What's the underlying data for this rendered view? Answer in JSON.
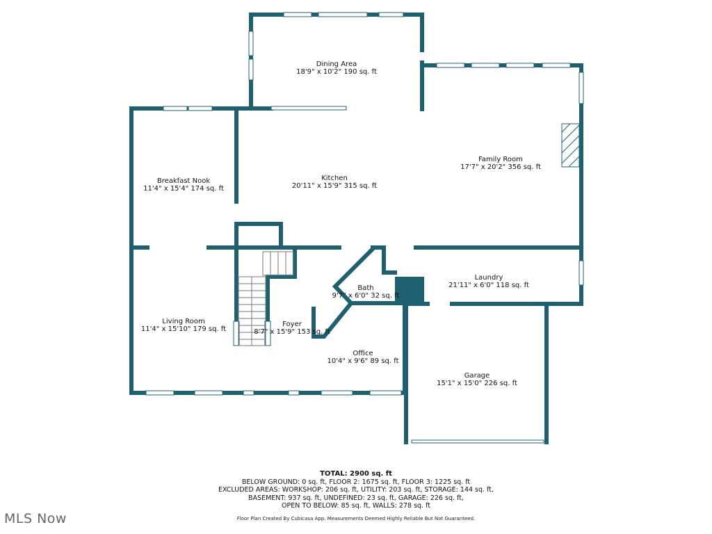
{
  "colors": {
    "wall": "#1e6070",
    "window": "#ffffff",
    "text": "#111111"
  },
  "rooms": [
    {
      "name": "Dining Area",
      "size": "18'9\" x 10'2\" 190 sq. ft"
    },
    {
      "name": "Family Room",
      "size": "17'7\" x 20'2\" 356 sq. ft"
    },
    {
      "name": "Breakfast Nook",
      "size": "11'4\" x 15'4\" 174 sq. ft"
    },
    {
      "name": "Kitchen",
      "size": "20'11\" x 15'9\" 315 sq. ft"
    },
    {
      "name": "Laundry",
      "size": "21'11\" x 6'0\" 118 sq. ft"
    },
    {
      "name": "Bath",
      "size": "9'7\" x 6'0\" 32 sq. ft"
    },
    {
      "name": "Living Room",
      "size": "11'4\" x 15'10\" 179 sq. ft"
    },
    {
      "name": "Foyer",
      "size": "8'7\" x 15'9\" 153 sq. ft"
    },
    {
      "name": "Office",
      "size": "10'4\" x 9'6\" 89 sq. ft"
    },
    {
      "name": "Garage",
      "size": "15'1\" x 15'0\" 226 sq. ft"
    }
  ],
  "summary": {
    "total": "TOTAL: 2900 sq. ft",
    "lines": [
      "BELOW GROUND: 0 sq. ft, FLOOR 2: 1675 sq. ft, FLOOR 3: 1225 sq. ft",
      "EXCLUDED AREAS: WORKSHOP: 206 sq. ft, UTILITY: 203 sq. ft, STORAGE: 144 sq. ft,",
      "BASEMENT: 937 sq. ft, UNDEFINED: 23 sq. ft, GARAGE: 226 sq. ft,",
      "OPEN TO BELOW: 85 sq. ft, WALLS: 278 sq. ft"
    ],
    "disclaimer": "Floor Plan Created By Cubicasa App. Measurements Deemed Highly Reliable But Not Guaranteed."
  },
  "watermark": "MLS Now"
}
